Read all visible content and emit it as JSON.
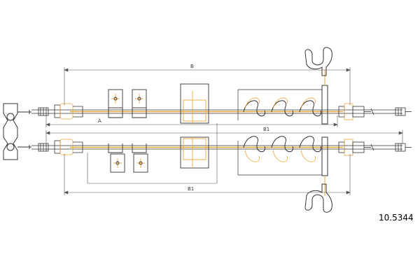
{
  "part_number": "10.5344",
  "dimensions": {
    "top_overall": "B",
    "top_inner": "A",
    "bottom_inner": "B1",
    "bottom_overall": "B1"
  },
  "colors": {
    "line": "#333333",
    "cable_sleeve": "#e8a93a",
    "dimension": "#555555",
    "background": "#ffffff"
  },
  "icons": [
    "bracket-icon",
    "spring-icon",
    "clip-icon",
    "crosshair-icon",
    "end-fitting-icon"
  ]
}
